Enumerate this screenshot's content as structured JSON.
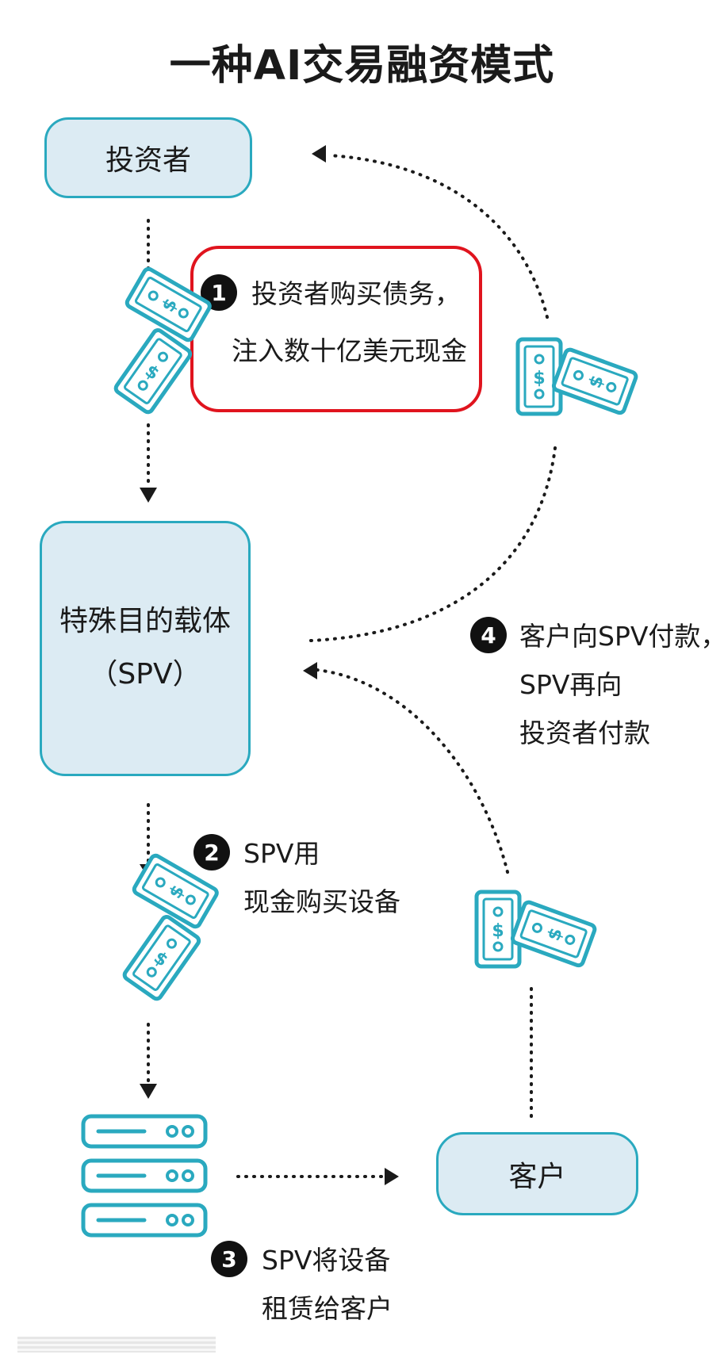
{
  "title": "一种AI交易融资模式",
  "nodes": {
    "investor": "投资者",
    "spv_line1": "特殊目的载体",
    "spv_line2": "（SPV）",
    "customer": "客户"
  },
  "steps": [
    {
      "number": "1",
      "lines": [
        "投资者购买债务，",
        "注入数十亿美元现金"
      ]
    },
    {
      "number": "2",
      "lines": [
        "SPV用",
        "现金购买设备"
      ]
    },
    {
      "number": "3",
      "lines": [
        "SPV将设备",
        "租赁给客户"
      ]
    },
    {
      "number": "4",
      "lines": [
        "客户向SPV付款，",
        "SPV再向",
        "投资者付款"
      ]
    }
  ],
  "colors": {
    "accent": "#2aa9bf",
    "box_fill": "#dcebf3",
    "highlight": "#e0141e",
    "arrow": "#1a1a1a"
  },
  "icons": [
    "money-bills-icon",
    "server-rack-icon",
    "dollar-sign-icon"
  ]
}
